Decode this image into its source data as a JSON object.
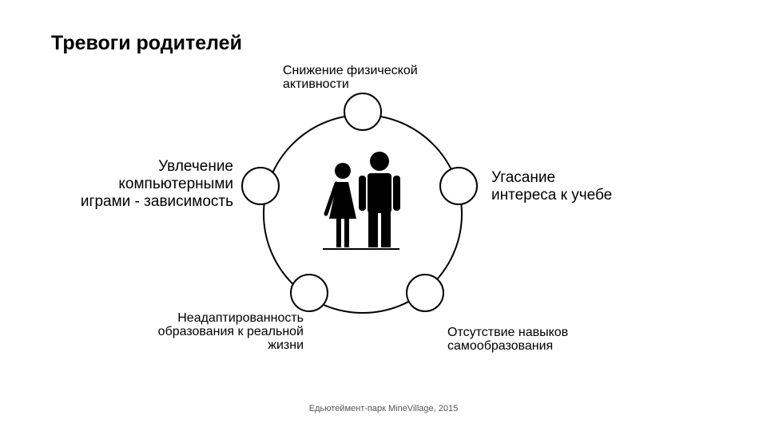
{
  "title": "Тревоги родителей",
  "center_icon": "parents-couple-icon",
  "nodes": {
    "top": [
      "Снижение физической",
      "активности"
    ],
    "left": [
      "Увлечение",
      "компьютерными",
      "играми - зависимость"
    ],
    "right": [
      "Угасание",
      "интереса к учебе"
    ],
    "bottom_left": [
      "Неадаптированность",
      "образования  к реальной",
      "жизни"
    ],
    "bottom_right": [
      "Отсутствие навыков",
      "самообразования"
    ]
  },
  "footer": "Едьютеймент-парк MineVillage, 2015"
}
